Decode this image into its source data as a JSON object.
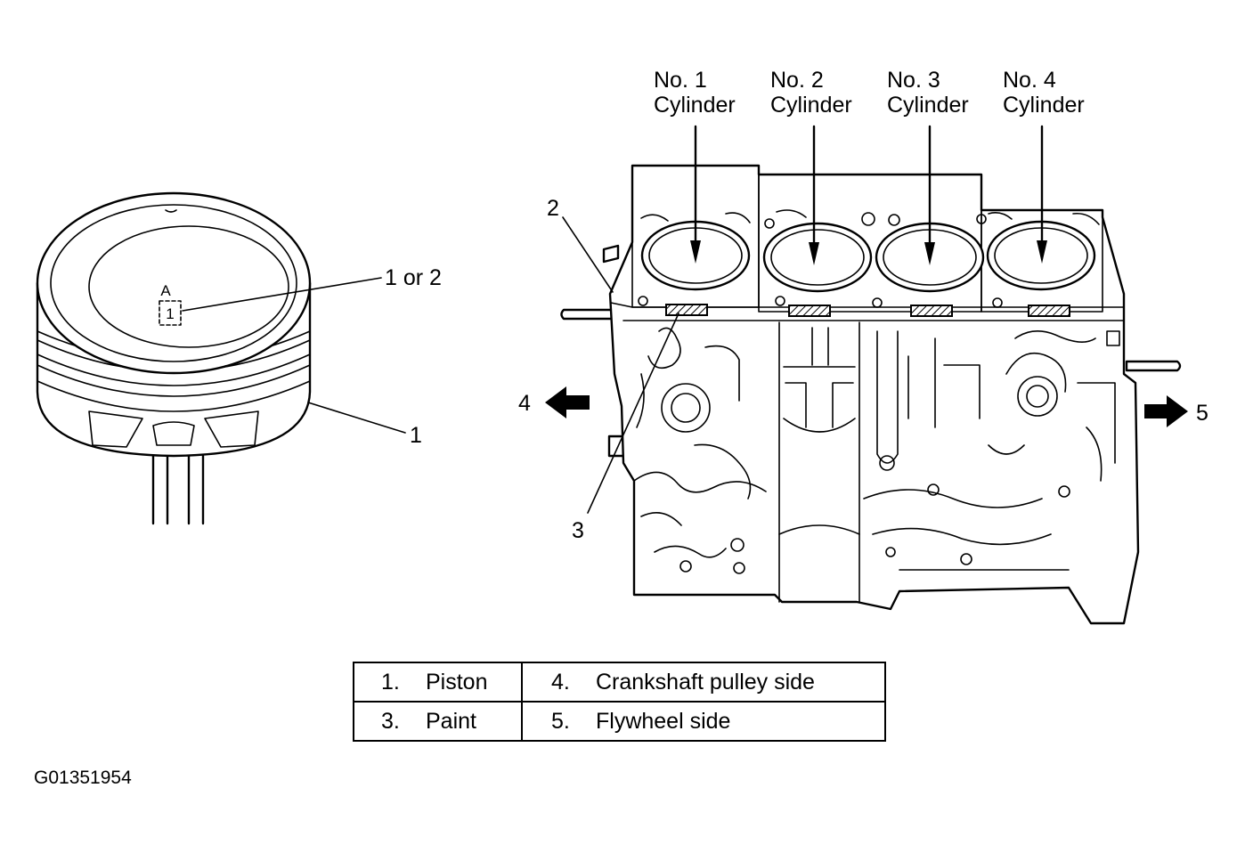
{
  "callouts": {
    "cyl1_no": "No. 1",
    "cyl1_word": "Cylinder",
    "cyl2_no": "No. 2",
    "cyl2_word": "Cylinder",
    "cyl3_no": "No. 3",
    "cyl3_word": "Cylinder",
    "cyl4_no": "No. 4",
    "cyl4_word": "Cylinder",
    "piston_mark": "1 or 2",
    "piston": "1",
    "block_label_2": "2",
    "paint": "3",
    "crank_side": "4",
    "flywheel_side": "5",
    "piston_letter": "A",
    "piston_digit": "1"
  },
  "legend": {
    "rows": [
      [
        {
          "num": "1.",
          "text": "Piston"
        },
        {
          "num": "4.",
          "text": "Crankshaft pulley side"
        }
      ],
      [
        {
          "num": "3.",
          "text": "Paint"
        },
        {
          "num": "5.",
          "text": "Flywheel side"
        }
      ]
    ]
  },
  "figure_id": "G01351954"
}
